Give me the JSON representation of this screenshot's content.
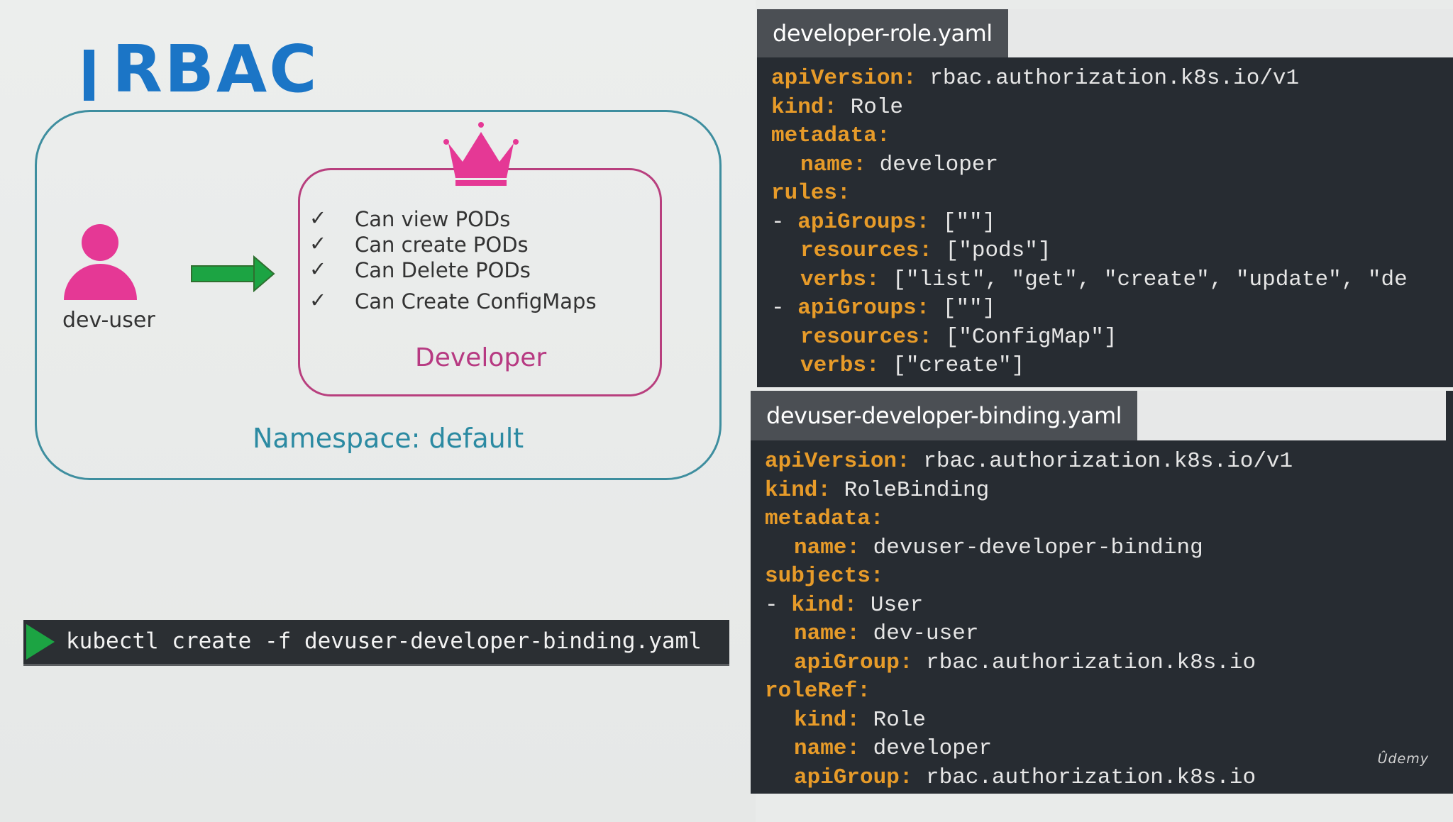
{
  "slide": {
    "title": "RBAC",
    "namespace_label": "Namespace: default",
    "user_label": "dev-user",
    "role_name": "Developer",
    "permissions": [
      {
        "check": "✓",
        "text": "Can view PODs"
      },
      {
        "check": "✓",
        "text": "Can create PODs"
      },
      {
        "check": "✓",
        "text": "Can Delete PODs"
      },
      {
        "check": "✓",
        "text": "Can Create ConfigMaps"
      }
    ],
    "command": "kubectl create -f devuser-developer-binding.yaml",
    "icons": {
      "user": "user-icon",
      "arrow": "arrow-right-icon",
      "crown": "crown-icon",
      "play": "play-icon"
    },
    "colors": {
      "accent_blue": "#1b75c6",
      "pink": "#e53895",
      "green": "#1ca443"
    }
  },
  "role_file": {
    "tab": "developer-role.yaml",
    "lines": [
      {
        "indent": 0,
        "dash": "",
        "key": "apiVersion:",
        "value": " rbac.authorization.k8s.io/v1"
      },
      {
        "indent": 0,
        "dash": "",
        "key": "kind:",
        "value": " Role"
      },
      {
        "indent": 0,
        "dash": "",
        "key": "metadata:",
        "value": ""
      },
      {
        "indent": 1,
        "dash": "",
        "key": "name:",
        "value": " developer"
      },
      {
        "indent": 0,
        "dash": "",
        "key": "rules:",
        "value": ""
      },
      {
        "indent": 0,
        "dash": "- ",
        "key": "apiGroups:",
        "value": " [\"\"]"
      },
      {
        "indent": 1,
        "dash": "",
        "key": "resources:",
        "value": " [\"pods\"]"
      },
      {
        "indent": 1,
        "dash": "",
        "key": "verbs:",
        "value": " [\"list\", \"get\", \"create\", \"update\", \"de"
      },
      {
        "indent": 0,
        "dash": "- ",
        "key": "apiGroups:",
        "value": " [\"\"]"
      },
      {
        "indent": 1,
        "dash": "",
        "key": "resources:",
        "value": " [\"ConfigMap\"]"
      },
      {
        "indent": 1,
        "dash": "",
        "key": "verbs:",
        "value": " [\"create\"]"
      }
    ]
  },
  "binding_file": {
    "tab": "devuser-developer-binding.yaml",
    "lines": [
      {
        "indent": 0,
        "dash": "",
        "key": "apiVersion:",
        "value": " rbac.authorization.k8s.io/v1"
      },
      {
        "indent": 0,
        "dash": "",
        "key": "kind:",
        "value": " RoleBinding"
      },
      {
        "indent": 0,
        "dash": "",
        "key": "metadata:",
        "value": ""
      },
      {
        "indent": 1,
        "dash": "",
        "key": "name:",
        "value": " devuser-developer-binding"
      },
      {
        "indent": 0,
        "dash": "",
        "key": "subjects:",
        "value": ""
      },
      {
        "indent": 0,
        "dash": "- ",
        "key": "kind:",
        "value": " User"
      },
      {
        "indent": 1,
        "dash": "",
        "key": "name:",
        "value": " dev-user"
      },
      {
        "indent": 1,
        "dash": "",
        "key": "apiGroup:",
        "value": " rbac.authorization.k8s.io"
      },
      {
        "indent": 0,
        "dash": "",
        "key": "roleRef:",
        "value": ""
      },
      {
        "indent": 1,
        "dash": "",
        "key": "kind:",
        "value": " Role"
      },
      {
        "indent": 1,
        "dash": "",
        "key": "name:",
        "value": " developer"
      },
      {
        "indent": 1,
        "dash": "",
        "key": "apiGroup:",
        "value": " rbac.authorization.k8s.io"
      }
    ]
  },
  "watermark": "Ûdemy"
}
